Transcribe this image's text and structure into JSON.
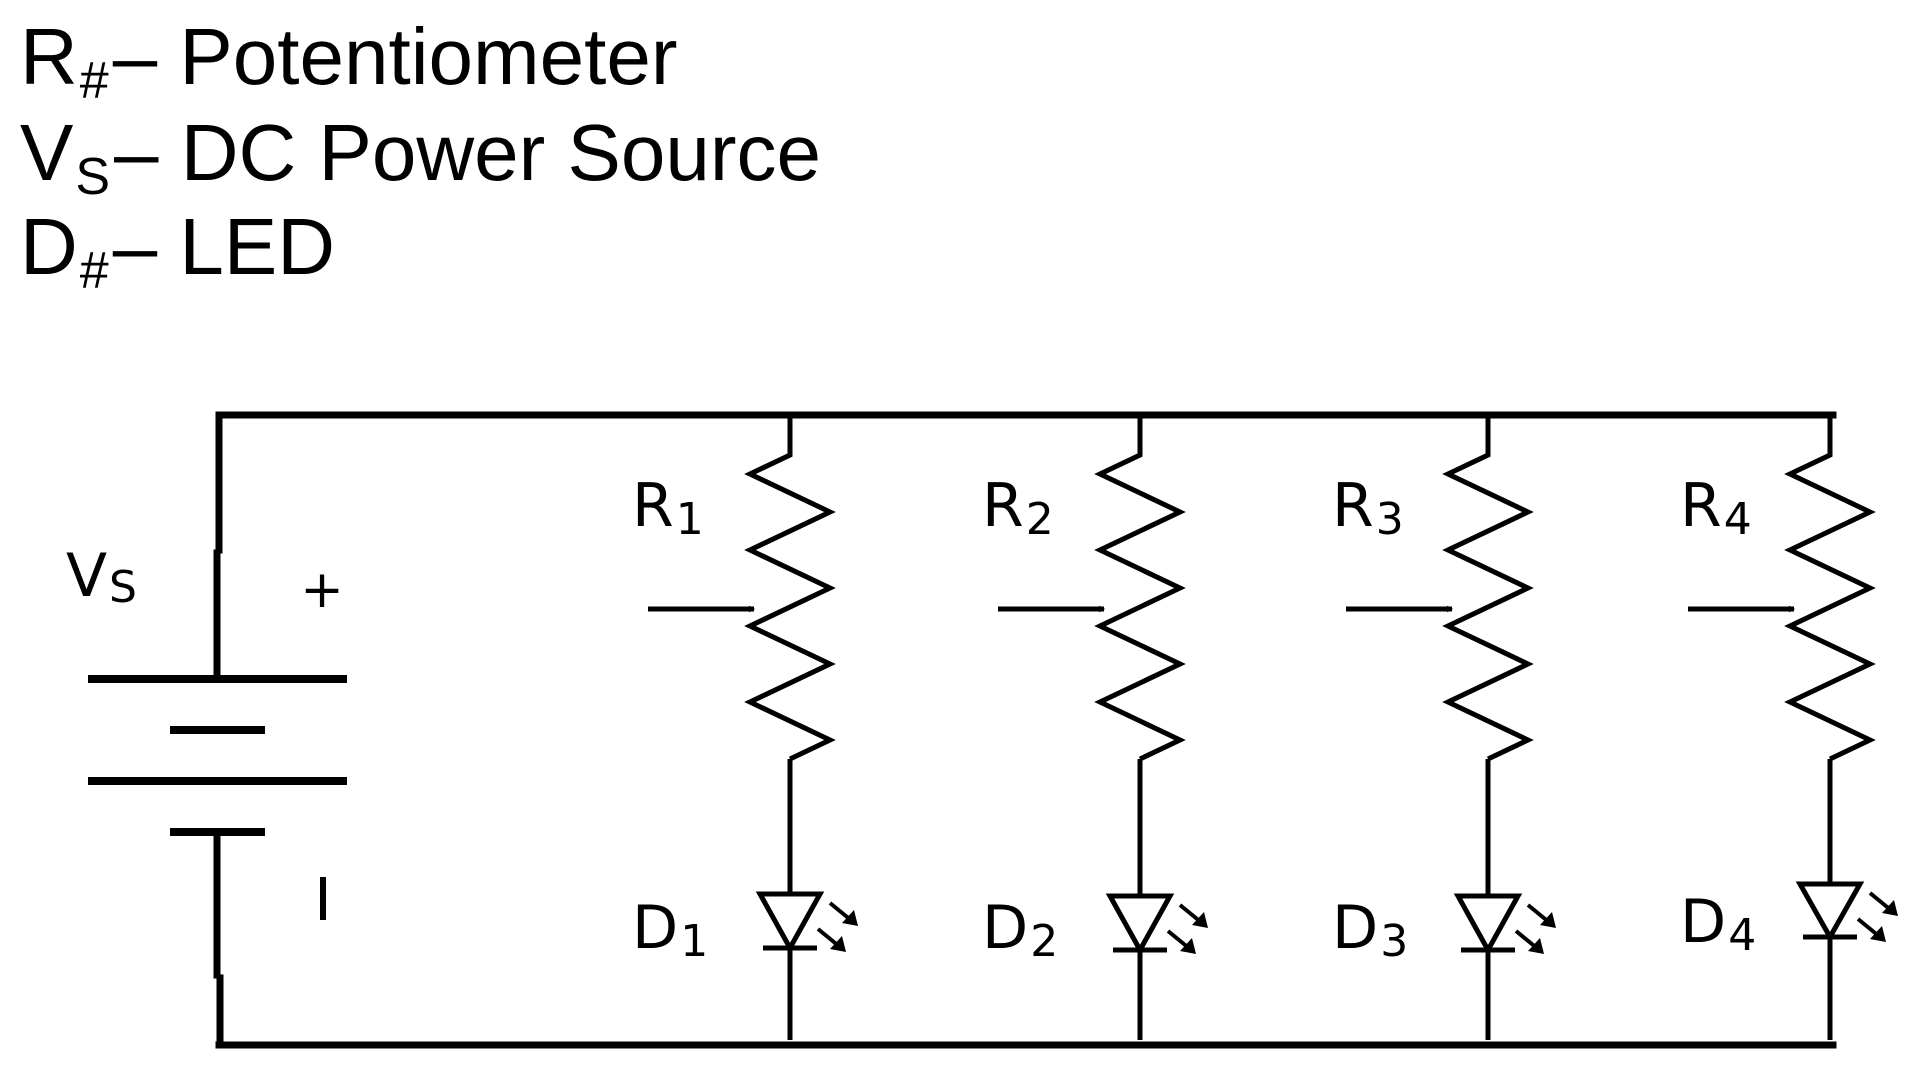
{
  "legend": [
    {
      "symbol": "R",
      "subscript": "#",
      "description": "– Potentiometer"
    },
    {
      "symbol": "V",
      "subscript": "S",
      "description": "– DC Power Source"
    },
    {
      "symbol": "D",
      "subscript": "#",
      "description": "– LED"
    }
  ],
  "source": {
    "symbol": "V",
    "subscript": "S",
    "positive_sign": "+",
    "negative_sign": "I"
  },
  "branches": [
    {
      "resistor_symbol": "R",
      "resistor_index": "1",
      "led_symbol": "D",
      "led_index": "1"
    },
    {
      "resistor_symbol": "R",
      "resistor_index": "2",
      "led_symbol": "D",
      "led_index": "2"
    },
    {
      "resistor_symbol": "R",
      "resistor_index": "3",
      "led_symbol": "D",
      "led_index": "3"
    },
    {
      "resistor_symbol": "R",
      "resistor_index": "4",
      "led_symbol": "D",
      "led_index": "4"
    }
  ],
  "colors": {
    "ink": "#000000",
    "background": "#ffffff"
  }
}
